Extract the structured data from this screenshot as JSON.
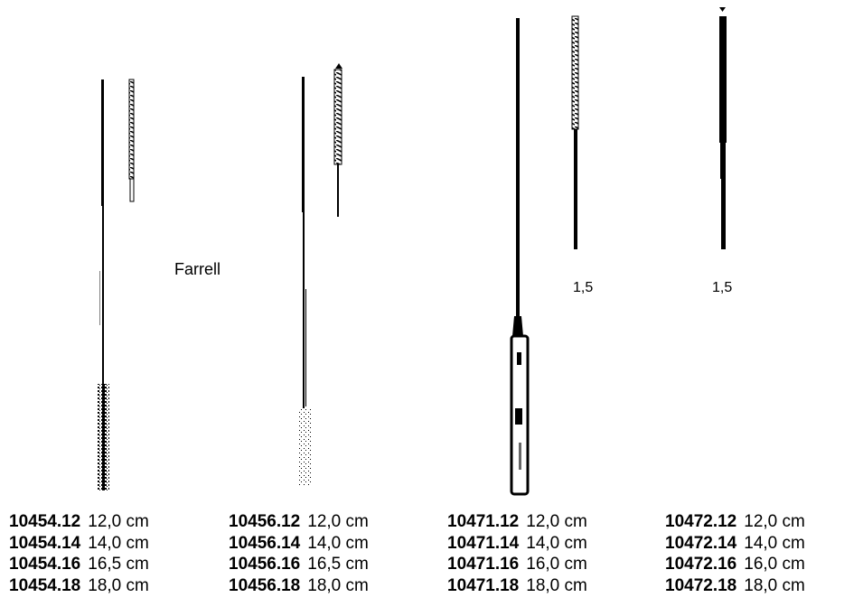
{
  "label": "Farrell",
  "dimensions": [
    "1,5",
    "1,5"
  ],
  "columns": [
    {
      "rows": [
        {
          "code": "10454.12",
          "size": "12,0 cm"
        },
        {
          "code": "10454.14",
          "size": "14,0 cm"
        },
        {
          "code": "10454.16",
          "size": "16,5 cm"
        },
        {
          "code": "10454.18",
          "size": "18,0 cm"
        }
      ]
    },
    {
      "rows": [
        {
          "code": "10456.12",
          "size": "12,0 cm"
        },
        {
          "code": "10456.14",
          "size": "14,0 cm"
        },
        {
          "code": "10456.16",
          "size": "16,5 cm"
        },
        {
          "code": "10456.18",
          "size": "18,0 cm"
        }
      ]
    },
    {
      "rows": [
        {
          "code": "10471.12",
          "size": "12,0 cm"
        },
        {
          "code": "10471.14",
          "size": "14,0 cm"
        },
        {
          "code": "10471.16",
          "size": "16,0 cm"
        },
        {
          "code": "10471.18",
          "size": "18,0 cm"
        }
      ]
    },
    {
      "rows": [
        {
          "code": "10472.12",
          "size": "12,0 cm"
        },
        {
          "code": "10472.14",
          "size": "14,0 cm"
        },
        {
          "code": "10472.16",
          "size": "16,0 cm"
        },
        {
          "code": "10472.18",
          "size": "18,0 cm"
        }
      ]
    }
  ]
}
